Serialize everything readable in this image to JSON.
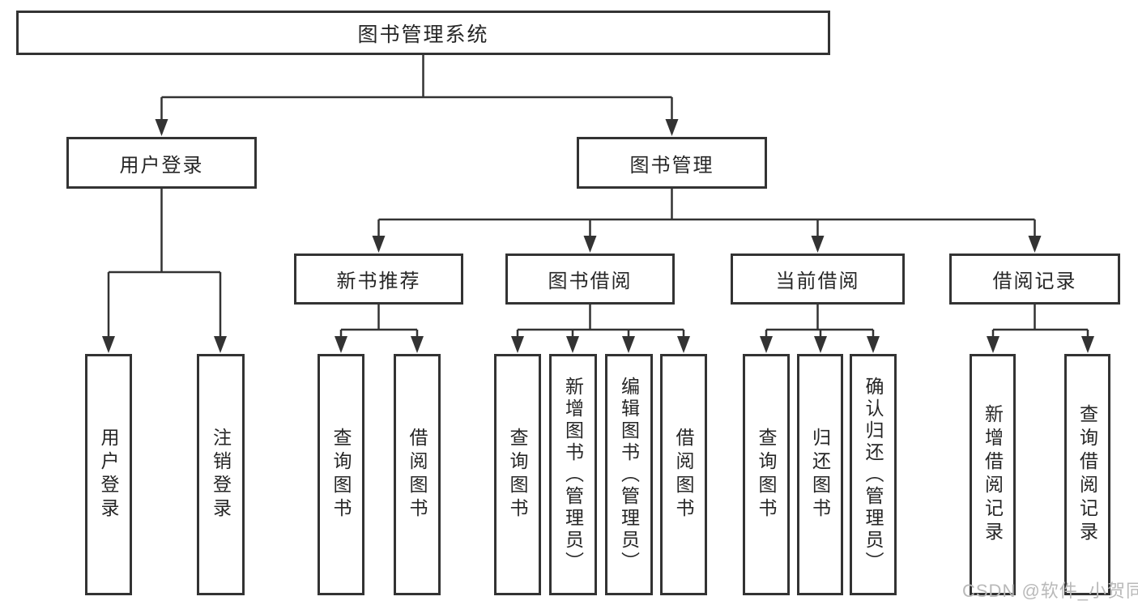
{
  "watermark": {
    "text": "CSDN @软件_小贺同学"
  },
  "colors": {
    "line": "#333333",
    "box_border": "#333333",
    "box_background": "#ffffff",
    "text": "#262626",
    "watermark": "#b9b9b9"
  },
  "tree": {
    "root": {
      "label": "图书管理系统"
    },
    "level2": [
      {
        "label": "用户登录"
      },
      {
        "label": "图书管理"
      }
    ],
    "level3": [
      {
        "label": "新书推荐",
        "parent": "图书管理"
      },
      {
        "label": "图书借阅",
        "parent": "图书管理"
      },
      {
        "label": "当前借阅",
        "parent": "图书管理"
      },
      {
        "label": "借阅记录",
        "parent": "图书管理"
      }
    ],
    "leaves": [
      {
        "label": "用户登录",
        "parent": "用户登录"
      },
      {
        "label": "注销登录",
        "parent": "用户登录"
      },
      {
        "label": "查询图书",
        "parent": "新书推荐"
      },
      {
        "label": "借阅图书",
        "parent": "新书推荐"
      },
      {
        "label": "查询图书",
        "parent": "图书借阅"
      },
      {
        "label": "新增图书（管理员）",
        "parent": "图书借阅"
      },
      {
        "label": "编辑图书（管理员）",
        "parent": "图书借阅"
      },
      {
        "label": "借阅图书",
        "parent": "图书借阅"
      },
      {
        "label": "查询图书",
        "parent": "当前借阅"
      },
      {
        "label": "归还图书",
        "parent": "当前借阅"
      },
      {
        "label": "确认归还（管理员）",
        "parent": "当前借阅"
      },
      {
        "label": "新增借阅记录",
        "parent": "借阅记录"
      },
      {
        "label": "查询借阅记录",
        "parent": "借阅记录"
      }
    ]
  }
}
